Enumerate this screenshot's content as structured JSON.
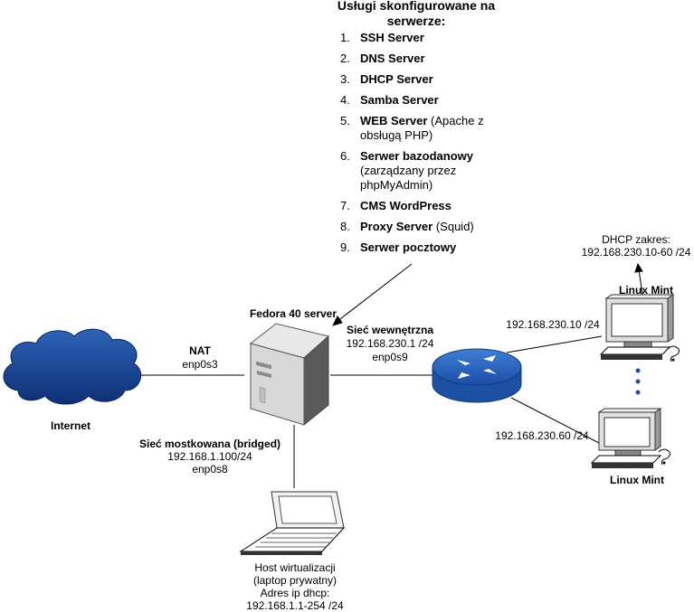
{
  "title": "Usługi skonfigurowane na serwerze:",
  "services": [
    {
      "num": "1.",
      "name": "SSH Server",
      "extra": ""
    },
    {
      "num": "2.",
      "name": "DNS Server",
      "extra": ""
    },
    {
      "num": "3.",
      "name": "DHCP Server",
      "extra": ""
    },
    {
      "num": "4.",
      "name": "Samba Server",
      "extra": ""
    },
    {
      "num": "5.",
      "name": "WEB Server",
      "extra": " (Apache z obsługą PHP)"
    },
    {
      "num": "6.",
      "name": "Serwer bazodanowy",
      "extra": " (zarządzany przez phpMyAdmin)"
    },
    {
      "num": "7.",
      "name": "CMS WordPress",
      "extra": ""
    },
    {
      "num": "8.",
      "name": "Proxy Server",
      "extra": " (Squid)"
    },
    {
      "num": "9.",
      "name": "Serwer pocztowy",
      "extra": ""
    }
  ],
  "server": {
    "label": "Fedora 40 server"
  },
  "internet": {
    "label": "Internet"
  },
  "nat": {
    "title": "NAT",
    "iface": "enp0s3"
  },
  "internal": {
    "title": "Sieć wewnętrzna",
    "ip": "192.168.230.1 /24",
    "iface": "enp0s9"
  },
  "bridged": {
    "title": "Sieć mostkowana (bridged)",
    "ip": "192.168.1.100/24",
    "iface": "enp0s8"
  },
  "host": {
    "line1": "Host wirtualizacji",
    "line2": "(laptop prywatny)",
    "line3": "Adres ip dhcp:",
    "line4": "192.168.1.1-254 /24"
  },
  "dhcp": {
    "line1": "DHCP  zakres:",
    "line2": "192.168.230.10-60 /24"
  },
  "client1": {
    "label": "Linux Mint",
    "ip": "192.168.230.10 /24"
  },
  "client2": {
    "label": "Linux Mint",
    "ip": "192.168.230.60 /24"
  }
}
